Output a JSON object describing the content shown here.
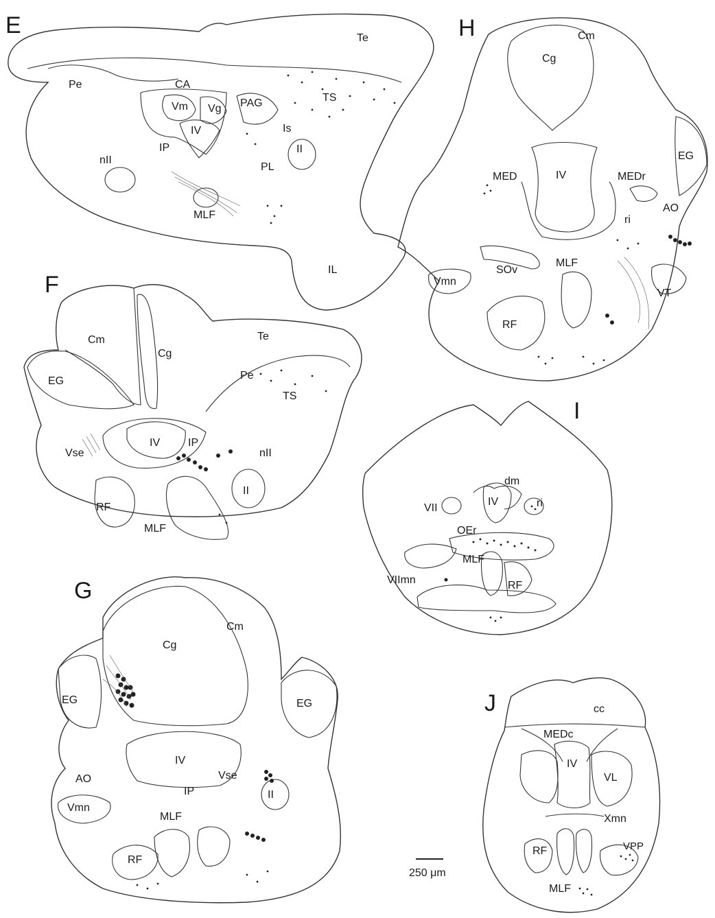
{
  "figure": {
    "scale_bar_label": "250 μm",
    "panels": {
      "E": {
        "letter": "E",
        "labels": [
          "Te",
          "Pe",
          "CA",
          "Vm",
          "Vg",
          "PAG",
          "TS",
          "IV",
          "Is",
          "IP",
          "II",
          "nII",
          "PL",
          "MLF",
          "IL"
        ]
      },
      "F": {
        "letter": "F",
        "labels": [
          "Cm",
          "Te",
          "Cg",
          "EG",
          "Pe",
          "TS",
          "IV",
          "IP",
          "Vse",
          "nII",
          "II",
          "RF",
          "MLF"
        ]
      },
      "G": {
        "letter": "G",
        "labels": [
          "Cm",
          "Cg",
          "EG",
          "EG",
          "IV",
          "Vse",
          "AO",
          "IP",
          "II",
          "Vmn",
          "MLF",
          "RF"
        ]
      },
      "H": {
        "letter": "H",
        "labels": [
          "Cm",
          "Cg",
          "EG",
          "IV",
          "MED",
          "MEDr",
          "AO",
          "ri",
          "SOv",
          "MLF",
          "Vmn",
          "VT",
          "RF"
        ]
      },
      "I": {
        "letter": "I",
        "labels": [
          "dm",
          "VII",
          "IV",
          "ri",
          "OEr",
          "MLF",
          "VIImn",
          "RF"
        ]
      },
      "J": {
        "letter": "J",
        "labels": [
          "cc",
          "MEDc",
          "IV",
          "VL",
          "Xmn",
          "RF",
          "VPP",
          "MLF"
        ]
      }
    }
  }
}
